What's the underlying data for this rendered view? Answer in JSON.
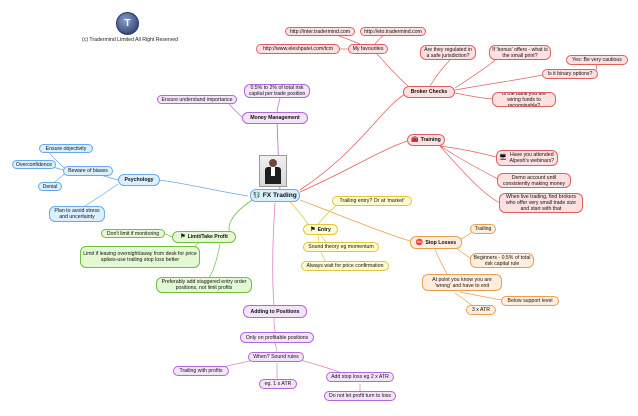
{
  "header": {
    "logo_letter": "T",
    "copyright": "(c) Tradermind Limited All Right Reserved"
  },
  "center": {
    "label": "FX Trading",
    "icon": "currency-icon"
  },
  "money_management": {
    "label": "Money Management",
    "children": [
      "0.5% to 2% of total risk capital per trade position",
      "Ensure understand importance"
    ]
  },
  "broker_checks": {
    "label": "Broker Checks",
    "children": [
      "Are they regulated in a safe jurisdiction?",
      "If 'bonus' offers - what is the small print?",
      "Is it binary options?",
      "Yes: Be very cautious",
      "Is the bank you are wiring funds to recognisable?",
      "My favourites",
      "http://inter.tradermind.com",
      "http://eto.tradermind.com",
      "http://www.eleshpatel.com/tcm"
    ]
  },
  "training": {
    "label": "Training",
    "icon": "toolbox-icon",
    "children": [
      "Have you attended Alpesh's webinars?",
      "Demo account until consistently making money",
      "When live trading, find brokers who offer very small trade size and start with that"
    ]
  },
  "psychology": {
    "label": "Psychology",
    "children": [
      "Ensure objectivity",
      "Beware of biases",
      "Overconfidence",
      "Denial",
      "Plan to avoid stress and uncertainty"
    ]
  },
  "limit_take_profit": {
    "label": "Limit/Take Profit",
    "icon": "flag-icon",
    "children": [
      "Don't limit if monitoring",
      "Limit if leaving overnight/away from desk for price spikes-use trailing stop loss better",
      "Preferably add staggered entry order positions, not limit profits"
    ]
  },
  "entry": {
    "label": "Entry",
    "icon": "flag-icon",
    "children": [
      "Trailing entry? Or at 'market'",
      "Sound theory eg momentum",
      "Always wait for price confirmation"
    ]
  },
  "stop_losses": {
    "label": "Stop Losses",
    "icon": "stop-icon",
    "children": [
      "Trailing",
      "Beginners - 0.5% of total risk capital rule",
      "At point you know you are 'wrong' and have to exit",
      "Below support level",
      "3 x ATR"
    ]
  },
  "adding_to_positions": {
    "label": "Adding to Positions",
    "children": [
      "Only on profitable positions",
      "When? Sound rules",
      "Trailing with profits",
      "eg. 1 x ATR",
      "Add stop loss eg 2 x ATR",
      "Do not let profit turn to loss"
    ]
  },
  "colors": {
    "blue": "#6aa8e8",
    "purple": "#b168d8",
    "red": "#e06060",
    "green": "#70c040",
    "yellow": "#e0c540",
    "orange": "#e8a050",
    "pink": "#e080c0"
  }
}
